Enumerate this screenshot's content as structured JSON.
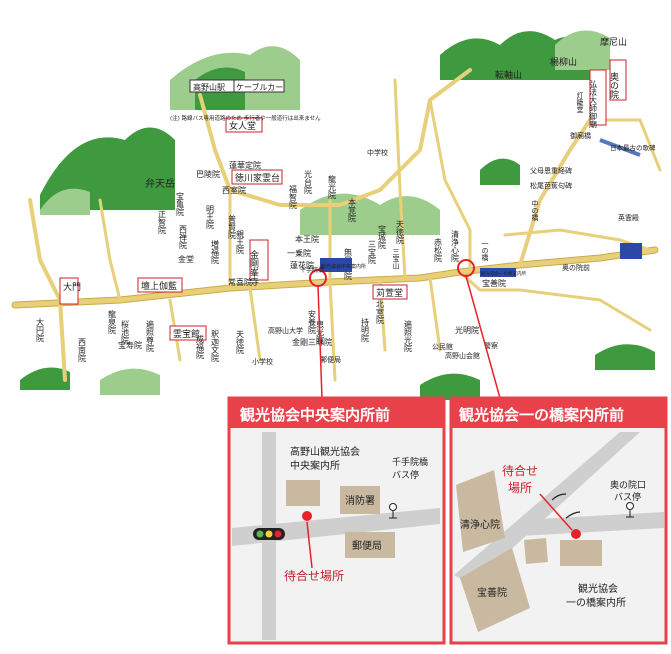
{
  "map": {
    "mountain_labels": {
      "bentendake": "弁天岳",
      "tenjiku": "三宝山",
      "yoryuzan": "楊柳山",
      "mani": "摩尼山",
      "tenjikusan": "転軸山"
    },
    "roads": {
      "ropeway": "ケーブルカー",
      "station": "高野山駅",
      "nyonindo": "女人堂",
      "daimon": "大門",
      "okunoin": "奥の院",
      "kobo_gobyo": "弘法大師御廟",
      "tokaido": "灯籠堂"
    },
    "notice": "(注) 路線バス専用道路のため 歩行者や一般道行は出来ません",
    "landmarks": [
      {
        "name": "徳川家霊台"
      },
      {
        "name": "金剛峯寺"
      },
      {
        "name": "壇上伽藍"
      },
      {
        "name": "霊宝館"
      },
      {
        "name": "苅萱堂"
      },
      {
        "name": "中学校"
      },
      {
        "name": "小学校"
      },
      {
        "name": "高野山大学"
      },
      {
        "name": "郵便局"
      },
      {
        "name": "公民館"
      },
      {
        "name": "高野山会館"
      },
      {
        "name": "警察"
      },
      {
        "name": "日本最古の歌碑"
      },
      {
        "name": "父母恩重経碑"
      },
      {
        "name": "松尾芭蕉句碑"
      },
      {
        "name": "英霊殿"
      },
      {
        "name": "御廟橋"
      },
      {
        "name": "中の橋"
      },
      {
        "name": "一の橋"
      },
      {
        "name": "奥の院前"
      }
    ],
    "temples": [
      "蓮華定院",
      "巴陵院",
      "西室院",
      "龍光院",
      "本覚院",
      "光台院",
      "福智院",
      "宝亀院",
      "西禅院",
      "正智院",
      "明王院",
      "普賢院",
      "増福院",
      "親王院",
      "本王院",
      "一乗院",
      "蓮花院",
      "常喜院",
      "宝城院",
      "赤松院",
      "清浄心院",
      "宝善院",
      "北室院",
      "持明院",
      "光明院",
      "天徳院",
      "釈迦文院",
      "成福院",
      "桜池院",
      "龍泉院",
      "遍照尊院",
      "宝寿院",
      "西南院",
      "大円院",
      "天徳院",
      "三宝院",
      "無量光院",
      "金剛三昧院",
      "安養院",
      "恵光院",
      "遍照光院"
    ],
    "info_center_central": "観光協会中央案内所",
    "info_center_ichinohashi": "観光協会一の橋案内所",
    "bus_senjuin": "千手院橋",
    "kondo": "金堂"
  },
  "panels": {
    "left": {
      "title": "観光協会中央案内所前",
      "building_name_line1": "高野山観光協会",
      "building_name_line2": "中央案内所",
      "bus_stop_line1": "千手院橋",
      "bus_stop_line2": "バス停",
      "shobo": "消防署",
      "post": "郵便局",
      "meeting": "待合せ場所"
    },
    "right": {
      "title": "観光協会一の橋案内所前",
      "meeting_line1": "待合せ",
      "meeting_line2": "場所",
      "bus_stop_line1": "奥の院口",
      "bus_stop_line2": "バス停",
      "temple1": "清浄心院",
      "temple2": "宝善院",
      "building_line1": "観光協会",
      "building_line2": "一の橋案内所"
    }
  },
  "colors": {
    "road": "#e8cf7a",
    "road_edge": "#c9ab4a",
    "mountain": "#3f9a3f",
    "mountain_light": "#9ccd8d",
    "panel_red": "#e8414a",
    "panel_bg": "#f2f2f2",
    "building": "#c9b9a0",
    "panel_road": "#cfcfcf",
    "pin": "#e8202a"
  }
}
